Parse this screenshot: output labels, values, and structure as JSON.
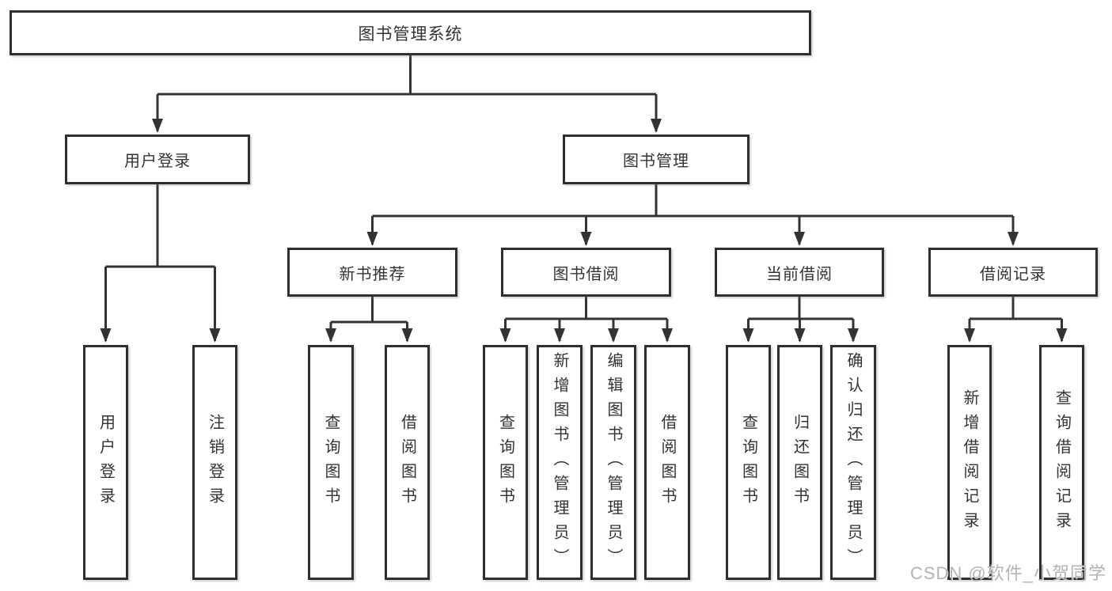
{
  "diagram_title": "图书管理系统",
  "tree": {
    "root": {
      "label": "图书管理系统",
      "children": [
        {
          "label": "用户登录",
          "children": [
            {
              "label": "用户登录"
            },
            {
              "label": "注销登录"
            }
          ]
        },
        {
          "label": "图书管理",
          "children": [
            {
              "label": "新书推荐",
              "children": [
                {
                  "label": "查询图书"
                },
                {
                  "label": "借阅图书"
                }
              ]
            },
            {
              "label": "图书借阅",
              "children": [
                {
                  "label": "查询图书"
                },
                {
                  "label": "新增图书（管理员）"
                },
                {
                  "label": "编辑图书（管理员）"
                },
                {
                  "label": "借阅图书"
                }
              ]
            },
            {
              "label": "当前借阅",
              "children": [
                {
                  "label": "查询图书"
                },
                {
                  "label": "归还图书"
                },
                {
                  "label": "确认归还（管理员）"
                }
              ]
            },
            {
              "label": "借阅记录",
              "children": [
                {
                  "label": "新增借阅记录"
                },
                {
                  "label": "查询借阅记录"
                }
              ]
            }
          ]
        }
      ]
    }
  },
  "watermark": {
    "text": "CSDN @软件_小贺同学"
  },
  "colors": {
    "line": "#333333",
    "box_border": "#2f2f2f",
    "text": "#333333",
    "watermark": "#b3b3b3",
    "background": "#ffffff"
  }
}
